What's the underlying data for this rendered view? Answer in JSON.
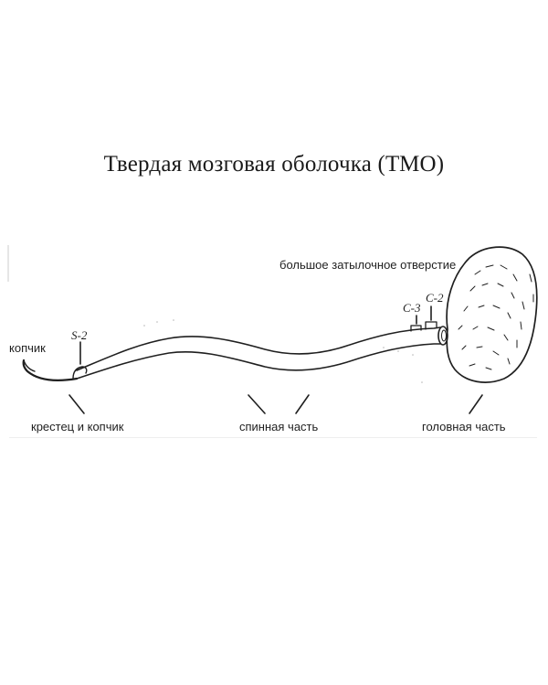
{
  "title": "Твердая мозговая оболочка (ТМО)",
  "labels": {
    "coccyx": "копчик",
    "s2": "S-2",
    "foramen": "большое затылочное отверстие",
    "c3": "C-3",
    "c2": "C-2",
    "sacrum_coccyx": "крестец и копчик",
    "spinal_part": "спинная часть",
    "head_part": "головная часть"
  },
  "colors": {
    "ink": "#1f1f1f"
  }
}
